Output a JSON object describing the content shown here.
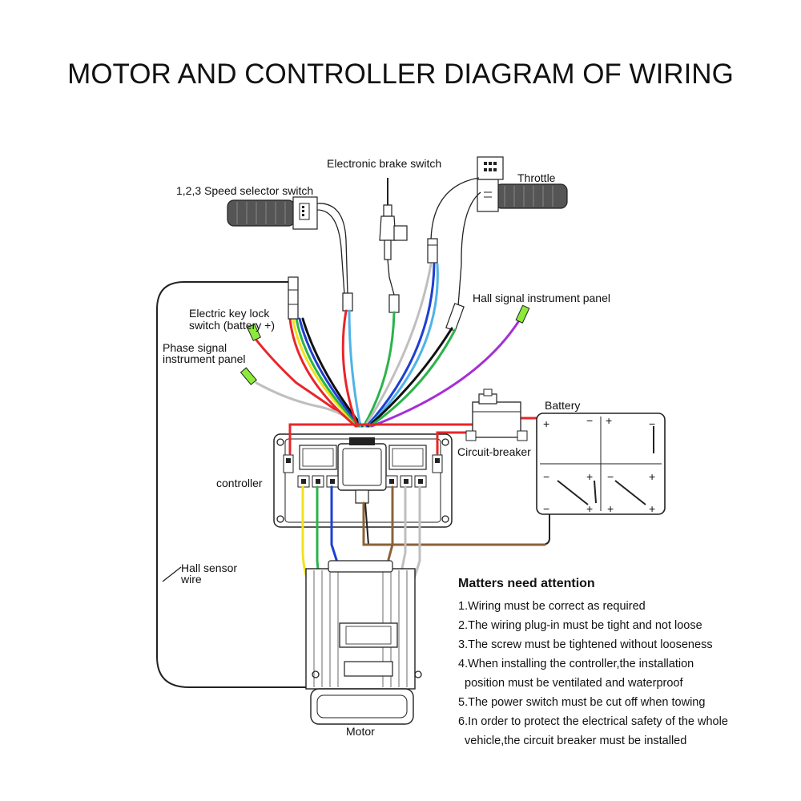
{
  "title": "MOTOR AND CONTROLLER  DIAGRAM OF WIRING",
  "labels": {
    "brake": "Electronic brake switch",
    "throttle": "Throttle",
    "speed_selector": "1,2,3 Speed selector switch",
    "hall_panel": "Hall signal instrument panel",
    "key_lock_1": "Electric key lock",
    "key_lock_2": "switch (battery +)",
    "phase_panel_1": "Phase signal",
    "phase_panel_2": "instrument panel",
    "battery": "Battery",
    "circuit_breaker": "Circuit-breaker",
    "controller": "controller",
    "hall_sensor_1": "Hall sensor",
    "hall_sensor_2": "wire",
    "motor": "Motor"
  },
  "notes": {
    "heading": "Matters need attention",
    "items": [
      "1.Wiring must be correct as required",
      "2.The wiring plug-in must be tight and not loose",
      "3.The screw must be tightened without looseness",
      "4.When installing the controller,the installation",
      "  position must be ventilated and waterproof",
      "5.The power switch must be cut off when towing",
      "6.In order to protect the electrical safety of the whole",
      "  vehicle,the circuit breaker must be installed"
    ]
  },
  "colors": {
    "red": "#e8262a",
    "green": "#2bb34a",
    "yellow": "#f2e21b",
    "blue": "#1f3fd1",
    "purple": "#a52fd6",
    "brown": "#8b6238",
    "gray": "#bfbfbf",
    "light_blue": "#4fb3e8",
    "black": "#111111",
    "connector_green": "#8bea3a"
  },
  "icons": {
    "battery": "battery-pack-icon",
    "breaker": "circuit-breaker-icon",
    "motor": "motor-icon",
    "controller": "controller-box-icon"
  }
}
